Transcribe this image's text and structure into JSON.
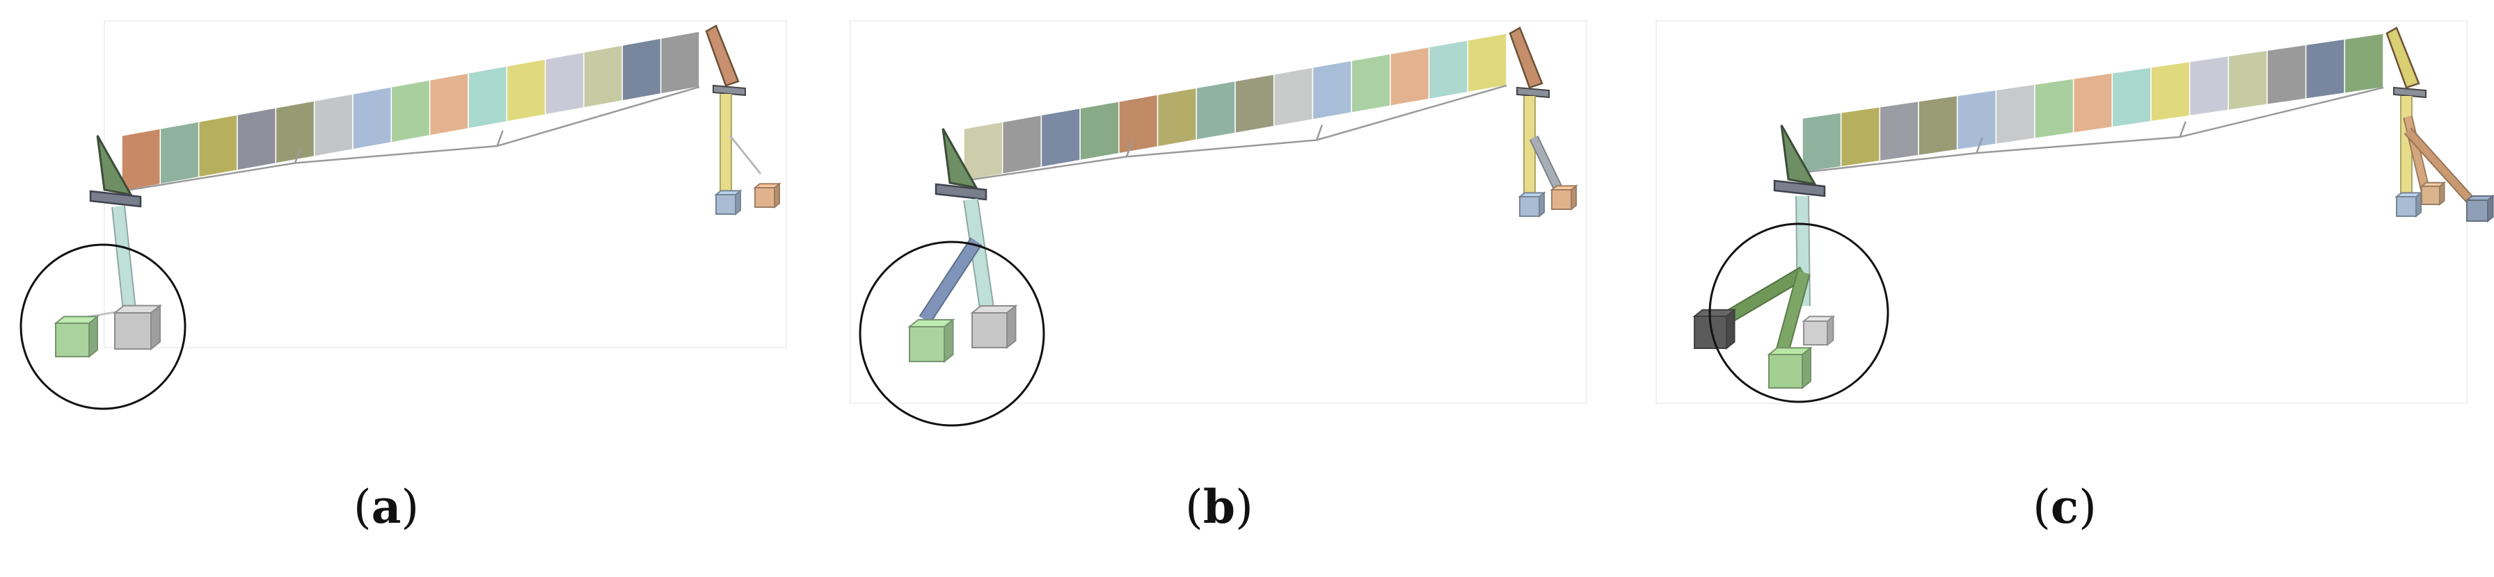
{
  "figure": {
    "panels": [
      {
        "id": "a",
        "label": "a",
        "strips": [
          "#c88a66",
          "#8fb29f",
          "#b6b05e",
          "#8f8f9b",
          "#979b73",
          "#c4c5c7",
          "#a8bcd8",
          "#a9cf9e",
          "#e3b38f",
          "#a9d8ce",
          "#e1d97d",
          "#c9cad6",
          "#c6cba3",
          "#78879d",
          "#9a9a9a"
        ],
        "brace": "single-thin",
        "accent": "#9aa4b8"
      },
      {
        "id": "b",
        "label": "b",
        "strips": [
          "#cdcdab",
          "#9a9a9a",
          "#7b8aa2",
          "#88aa86",
          "#c08a66",
          "#b4ad6a",
          "#8fb2a2",
          "#9a9b7d",
          "#c8c9c9",
          "#a7bdd8",
          "#aad0a3",
          "#e3b38f",
          "#acd8cf",
          "#e0d97e"
        ],
        "brace": "single-blue",
        "accent": "#6a7fa0"
      },
      {
        "id": "c",
        "label": "c",
        "strips": [
          "#8fb29f",
          "#b6b05e",
          "#9b9ca3",
          "#999b75",
          "#a8bcd8",
          "#c8c9cb",
          "#a9cf9e",
          "#e3b38f",
          "#a9d8ce",
          "#e1d97d",
          "#c9cad6",
          "#c6cba3",
          "#9a9a9a",
          "#78879d",
          "#86a877"
        ],
        "brace": "double-green",
        "accent": "#6f8f58"
      }
    ]
  }
}
